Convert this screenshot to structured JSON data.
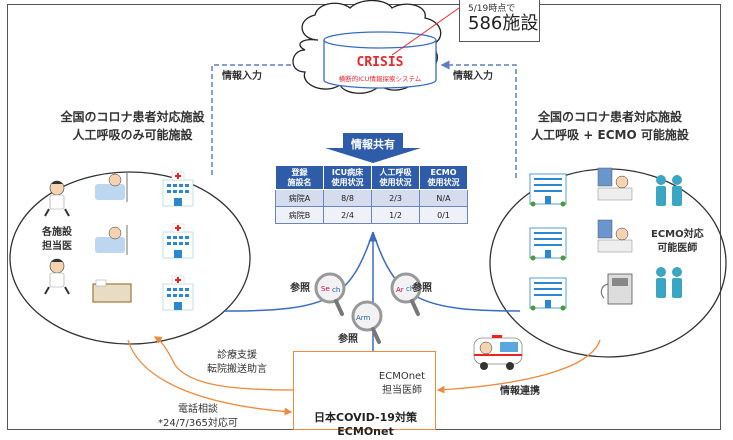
{
  "callout": {
    "date_text": "5/19時点で",
    "count_text": "586施設"
  },
  "crisis": {
    "name": "CRISIS",
    "subtitle": "横断的ICU情報探索システム"
  },
  "flows": {
    "info_input_left": "情報入力",
    "info_input_right": "情報入力",
    "info_share": "情報共有",
    "reference_left": "参照",
    "reference_center": "参照",
    "reference_right": "参照",
    "clinical_support_line1": "診療支援",
    "clinical_support_line2": "転院搬送助言",
    "phone_consult_line1": "電話相談",
    "phone_consult_line2": "*24/7/365対応可",
    "info_link": "情報連携"
  },
  "left_group": {
    "title_line1": "全国のコロナ患者対応施設",
    "title_line2": "人工呼吸のみ可能施設",
    "doctor_label_line1": "各施設",
    "doctor_label_line2": "担当医"
  },
  "right_group": {
    "title_line1": "全国のコロナ患者対応施設",
    "title_line2": "人工呼吸 + ECMO 可能施設",
    "doctor_label_line1": "ECMO対応",
    "doctor_label_line2": "可能医師"
  },
  "table": {
    "headers": [
      [
        "登録",
        "施設名"
      ],
      [
        "ICU病床",
        "使用状況"
      ],
      [
        "人工呼吸",
        "使用状況"
      ],
      [
        "ECMO",
        "使用状況"
      ]
    ],
    "rows": [
      [
        "病院A",
        "8/8",
        "2/3",
        "N/A"
      ],
      [
        "病院B",
        "2/4",
        "1/2",
        "0/1"
      ]
    ]
  },
  "ecmonet": {
    "doctor_label_line1": "ECMOnet",
    "doctor_label_line2": "担当医師",
    "name": "日本COVID-19対策 ECMOnet"
  },
  "colors": {
    "table_header": "#2e5ca8",
    "crisis_text": "#e8262d",
    "orange_line": "#ef8a3e",
    "blue_line": "#3a6bc4",
    "dashed_line": "#5b7fc0"
  }
}
